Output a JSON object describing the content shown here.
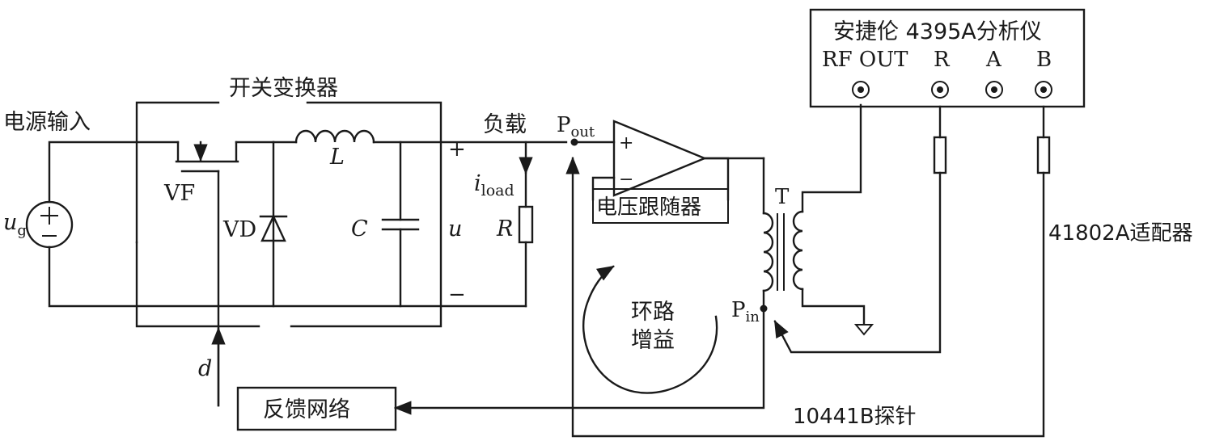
{
  "labels": {
    "power_input": "电源输入",
    "switch_converter": "开关变换器",
    "load": "负载",
    "source_u": "u",
    "source_sub": "g",
    "vf": "VF",
    "vd": "VD",
    "inductor": "L",
    "capacitor": "C",
    "output_u": "u",
    "plus": "+",
    "minus": "−",
    "i_main": "i",
    "i_sub": "load",
    "resistor": "R",
    "pout_main": "P",
    "pout_sub": "out",
    "pin_main": "P",
    "pin_sub": "in",
    "follower": "电压跟随器",
    "transformer": "T",
    "loop_gain_1": "环路",
    "loop_gain_2": "增益",
    "feedback": "反馈网络",
    "duty": "d",
    "probe": "10441B探针",
    "adapter": "41802A适配器",
    "analyzer_title": "安捷伦 4395A分析仪",
    "port_rfout": "RF OUT",
    "port_r": "R",
    "port_a": "A",
    "port_b": "B"
  },
  "icons": [
    "voltage-source-icon",
    "mosfet-icon",
    "diode-icon",
    "inductor-icon",
    "capacitor-icon",
    "resistor-icon",
    "opamp-icon",
    "transformer-icon",
    "ground-icon",
    "connector-icon"
  ]
}
